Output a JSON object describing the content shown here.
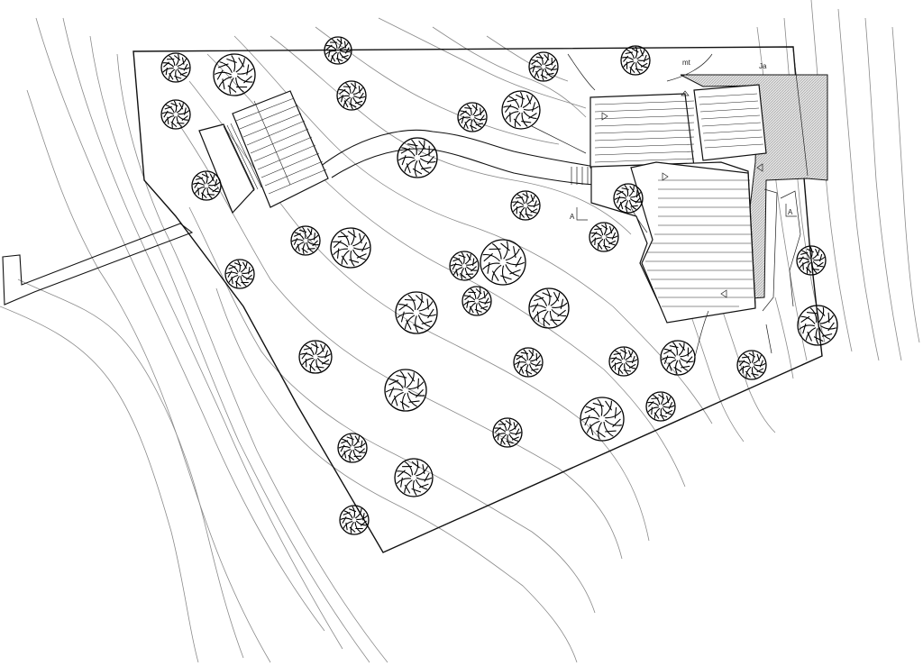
{
  "labels": {
    "mt": "mt",
    "ja": "Ja",
    "section_a_west": "A",
    "section_a_east": "A"
  },
  "colors": {
    "linework": "#111111",
    "contours": "#8a8a8a",
    "terrace_hatch": "#c8c8c8",
    "background": "#ffffff"
  },
  "legend": {}
}
